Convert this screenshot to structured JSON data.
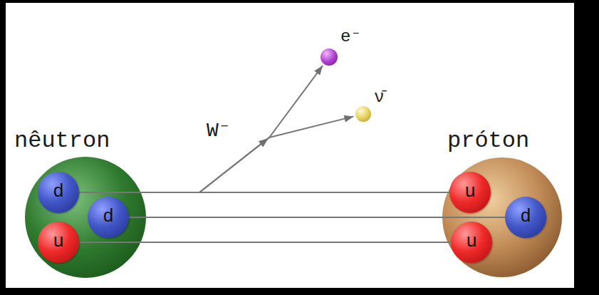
{
  "diagram": {
    "nodes": [
      {
        "text": [
          "nêutron"
        ]
      },
      {
        "text": [
          "d"
        ],
        "in": 0
      },
      {
        "text": [
          "d"
        ],
        "in": 0
      },
      {
        "text": [
          "u"
        ],
        "in": 0
      },
      {
        "text": [
          "e⁻"
        ]
      },
      {
        "text": [
          "ν̄"
        ]
      },
      {
        "text": [
          "próton"
        ]
      },
      {
        "text": [
          "u"
        ],
        "in": 6
      },
      {
        "text": [
          "d"
        ],
        "in": 6
      },
      {
        "text": [
          "u"
        ],
        "in": 6
      }
    ],
    "edges": [
      {
        "from": 1,
        "to": 4,
        "arrow": "to",
        "label": "W⁻"
      },
      {
        "from": 1,
        "to": 5,
        "arrow": "to"
      },
      {
        "from": 1,
        "to": 7,
        "arrow": "none"
      },
      {
        "from": 2,
        "to": 8,
        "arrow": "none"
      },
      {
        "from": 3,
        "to": 9,
        "arrow": "none"
      }
    ]
  }
}
